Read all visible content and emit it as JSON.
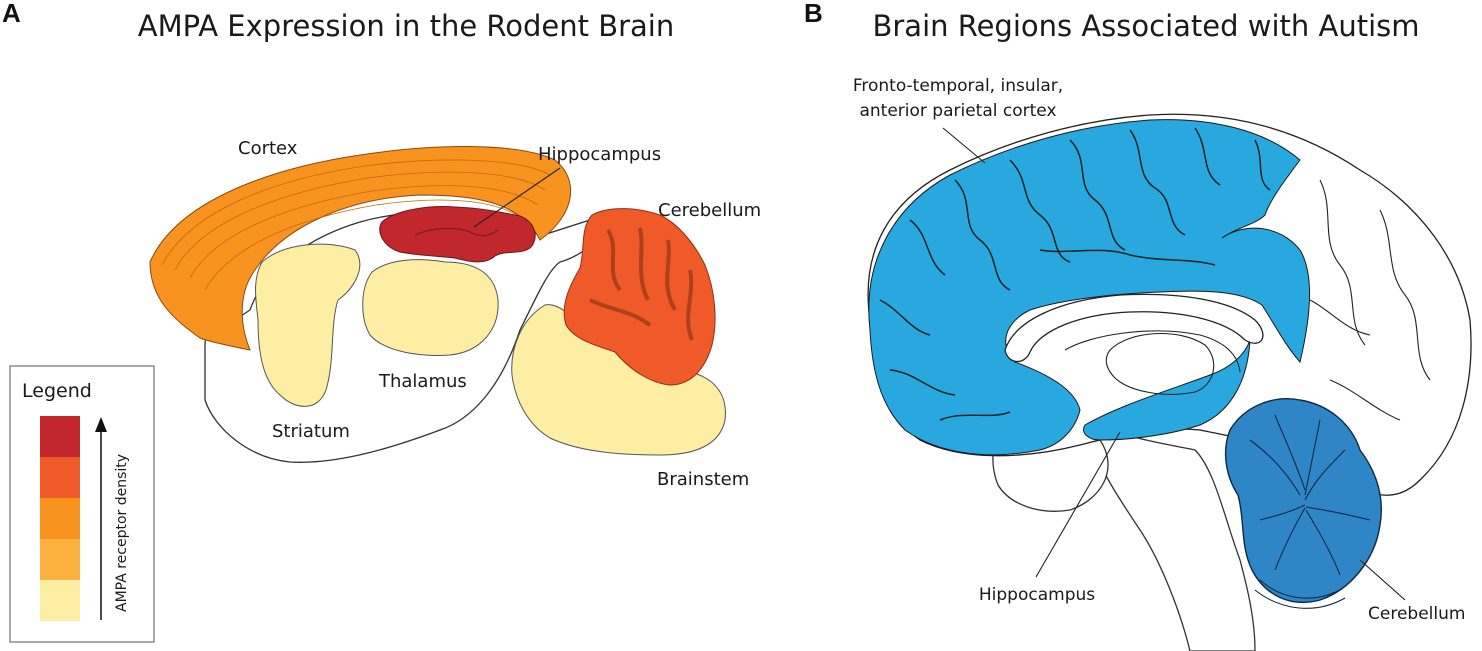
{
  "panel_a": {
    "letter": "A",
    "title": "AMPA Expression in the Rodent Brain",
    "labels": {
      "cortex": "Cortex",
      "hippocampus": "Hippocampus",
      "cerebellum": "Cerebellum",
      "thalamus": "Thalamus",
      "striatum": "Striatum",
      "brainstem": "Brainstem"
    },
    "legend": {
      "title": "Legend",
      "axis_label": "AMPA receptor density",
      "scale_colors_high_to_low": [
        "#c1272d",
        "#f05a28",
        "#f7931e",
        "#fbb040",
        "#fdeea4"
      ]
    },
    "region_colors": {
      "cortex": "#f7931e",
      "hippocampus": "#c1272d",
      "cerebellum": "#f05a28",
      "thalamus": "#fdeea4",
      "striatum": "#fdeea4",
      "brainstem": "#fdeea4"
    }
  },
  "panel_b": {
    "letter": "B",
    "title": "Brain Regions Associated with Autism",
    "labels": {
      "cortex_line1": "Fronto-temporal, insular,",
      "cortex_line2": "anterior parietal cortex",
      "hippocampus": "Hippocampus",
      "cerebellum": "Cerebellum"
    },
    "highlight_color": "#29a8e0",
    "cerebellum_color": "#2f86c7"
  }
}
